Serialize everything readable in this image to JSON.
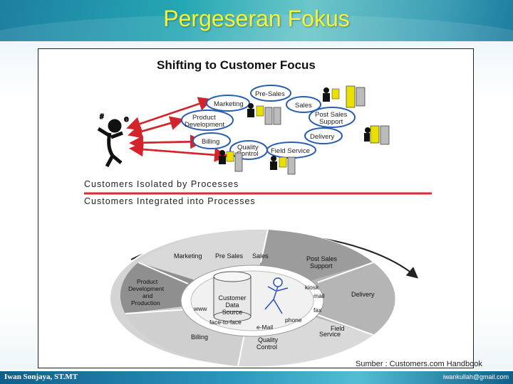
{
  "slide": {
    "title": "Pergeseran Fokus",
    "source": "Sumber : Customers.com Handbook"
  },
  "footer": {
    "author": "Iwan Sonjaya, ST.MT",
    "email": "iwankullah@gmail.com"
  },
  "figure": {
    "heading": "Shifting to Customer Focus",
    "top_bubbles": {
      "pre_sales": "Pre-Sales",
      "marketing": "Marketing",
      "sales": "Sales",
      "product_development_1": "Product",
      "product_development_2": "Development",
      "post_sales_support_1": "Post Sales",
      "post_sales_support_2": "Support",
      "delivery": "Delivery",
      "billing": "Billing",
      "quality_control_1": "Quality",
      "quality_control_2": "Control",
      "field_service": "Field Service"
    },
    "divider_top": "Customers Isolated by Processes",
    "divider_bottom": "Customers Integrated into Processes",
    "ring": {
      "marketing": "Marketing",
      "pre_sales": "Pre Sales",
      "sales": "Sales",
      "post_sales_1": "Post Sales",
      "post_sales_2": "Support",
      "product_1": "Product",
      "product_2": "Development",
      "product_3": "and",
      "product_4": "Production",
      "delivery": "Delivery",
      "field_service_1": "Field",
      "field_service_2": "Service",
      "billing": "Billing",
      "quality_control_1": "Quality",
      "quality_control_2": "Control"
    },
    "inner": {
      "customer_1": "Customer",
      "customer_2": "Data",
      "customer_3": "Source",
      "kiosk": "kiosk",
      "mail": "mail",
      "fax": "fax",
      "phone": "phone",
      "email": "e-Mail",
      "www": "www",
      "face_to_face": "face-to-face"
    },
    "colors": {
      "arrow": "#d3242b",
      "divider": "#e0282f",
      "bubble_stroke": "#2a5db0",
      "ring_dark": "#8f8f8f",
      "ring_light": "#d4d4d4",
      "ring_mid": "#b5b5b5"
    }
  }
}
